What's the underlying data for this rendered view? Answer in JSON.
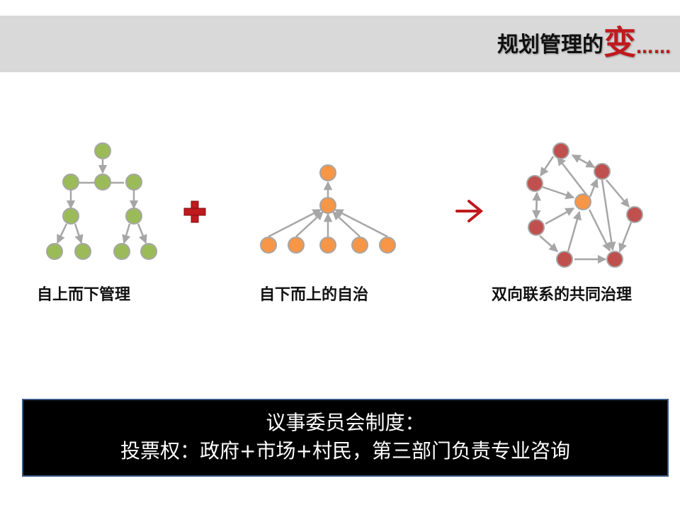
{
  "title": {
    "main": "规划管理的",
    "emphasis": "变",
    "ellipsis": "……"
  },
  "diagrams": [
    {
      "caption": "自上而下管理",
      "node_color": "#9bbb59"
    },
    {
      "operator": "+",
      "operator_color": "#c0191e"
    },
    {
      "caption": "自下而上的自治",
      "node_color": "#f79646"
    },
    {
      "operator": "→",
      "operator_color": "#c0191e"
    },
    {
      "caption": "双向联系的共同治理",
      "node_color": "#c0504d",
      "center_color": "#f79646"
    }
  ],
  "info_box": {
    "line1": "议事委员会制度：",
    "line2": "投票权：政府+市场+村民，第三部门负责专业咨询"
  }
}
